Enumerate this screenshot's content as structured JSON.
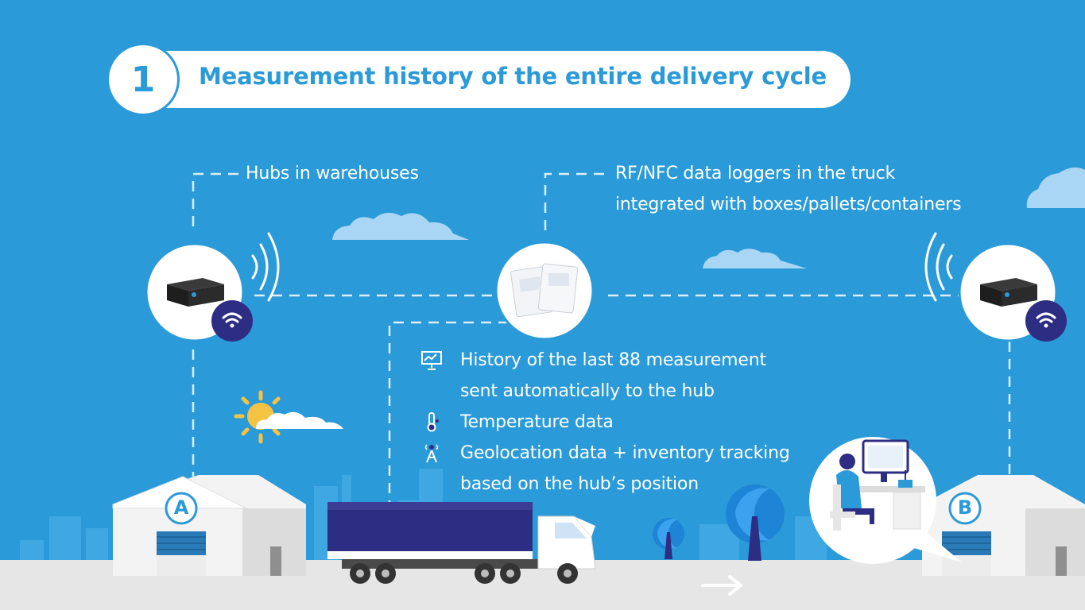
{
  "title": {
    "number": "1",
    "text": "Measurement history of the entire delivery cycle"
  },
  "labels": {
    "hubs": "Hubs in warehouses",
    "loggers_line1": "RF/NFC data loggers in the truck",
    "loggers_line2": "integrated with boxes/pallets/containers"
  },
  "info": {
    "history_line1": "History of the last 88 measurement",
    "history_line2": "sent automatically to the hub",
    "temperature": "Temperature data",
    "geolocation_line1": "Geolocation data + inventory tracking",
    "geolocation_line2": "based on the hub’s position"
  },
  "warehouses": {
    "a": "A",
    "b": "B"
  },
  "icons": [
    "chart-board-icon",
    "thermometer-icon",
    "antenna-tower-icon",
    "wifi-icon",
    "arrow-right-icon",
    "sun-icon",
    "cloud-icon"
  ],
  "colors": {
    "background": "#2b9ad8",
    "accent_navy": "#2d2e83",
    "white": "#ffffff",
    "road": "#e6e6e6"
  }
}
